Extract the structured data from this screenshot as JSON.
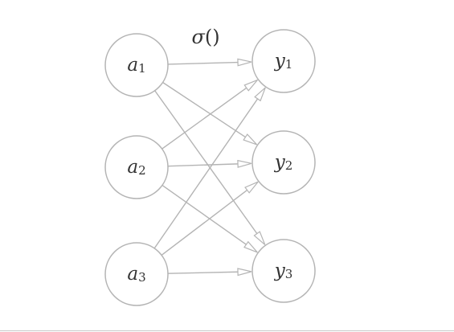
{
  "diagram": {
    "activation_label": {
      "symbol": "σ",
      "parens": "()"
    },
    "inputs": [
      {
        "var": "a",
        "sub": "1"
      },
      {
        "var": "a",
        "sub": "2"
      },
      {
        "var": "a",
        "sub": "3"
      }
    ],
    "outputs": [
      {
        "var": "y",
        "sub": "1"
      },
      {
        "var": "y",
        "sub": "2"
      },
      {
        "var": "y",
        "sub": "3"
      }
    ],
    "edges": [
      {
        "from": 0,
        "to": 0
      },
      {
        "from": 0,
        "to": 1
      },
      {
        "from": 0,
        "to": 2
      },
      {
        "from": 1,
        "to": 0
      },
      {
        "from": 1,
        "to": 1
      },
      {
        "from": 1,
        "to": 2
      },
      {
        "from": 2,
        "to": 0
      },
      {
        "from": 2,
        "to": 1
      },
      {
        "from": 2,
        "to": 2
      }
    ],
    "colors": {
      "stroke": "#b4b4b4",
      "text": "#333333",
      "background": "#ffffff"
    }
  }
}
